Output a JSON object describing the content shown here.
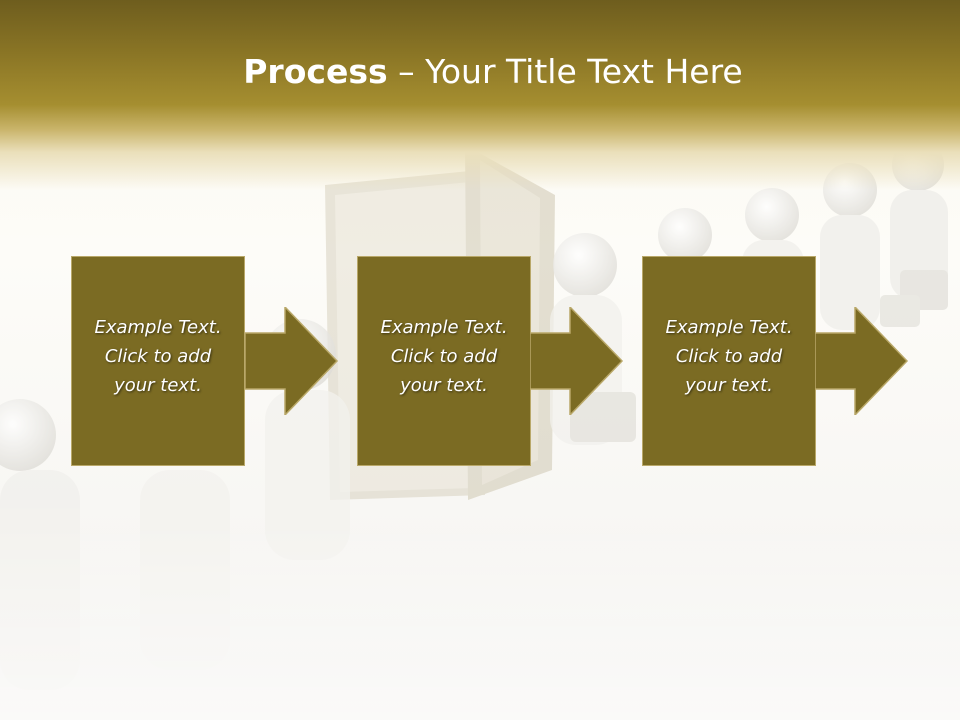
{
  "slide": {
    "title_bold": "Process",
    "title_rest": " – Your Title Text Here",
    "steps": [
      {
        "line1": "Example Text.",
        "line2": "Click  to add",
        "line3": "your text."
      },
      {
        "line1": "Example Text.",
        "line2": "Click  to add",
        "line3": "your text."
      },
      {
        "line1": "Example Text.",
        "line2": "Click  to add",
        "line3": "your text."
      }
    ]
  },
  "colors": {
    "header_dark": "#6e5d1e",
    "header_mid": "#a58e30",
    "box_fill": "#7b6b23",
    "box_border": "#b9a869",
    "text": "#ffffff"
  },
  "icons": [
    "arrow-right-icon",
    "door-illustration",
    "people-figures-illustration"
  ]
}
